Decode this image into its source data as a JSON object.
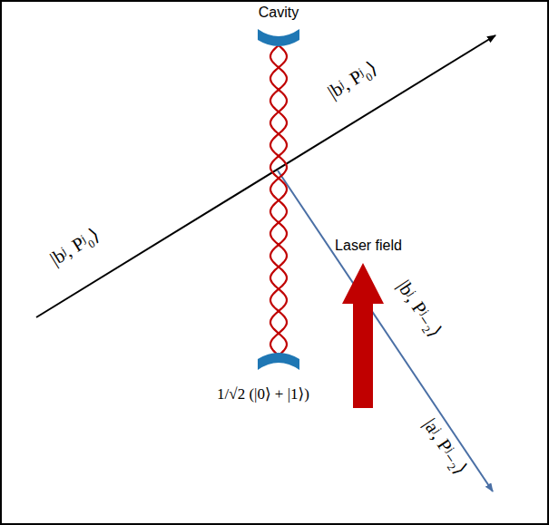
{
  "diagram": {
    "labels": [
      "Cavity",
      "|bʲ, Pʲ₀⟩",
      "|bʲ, Pʲ₀⟩",
      "Laser field",
      "|bʲ, Pʲ₋₂⟩",
      "1/√2 (|0⟩ + |1⟩)",
      "|aʲ, Pʲ₋₂⟩"
    ]
  }
}
